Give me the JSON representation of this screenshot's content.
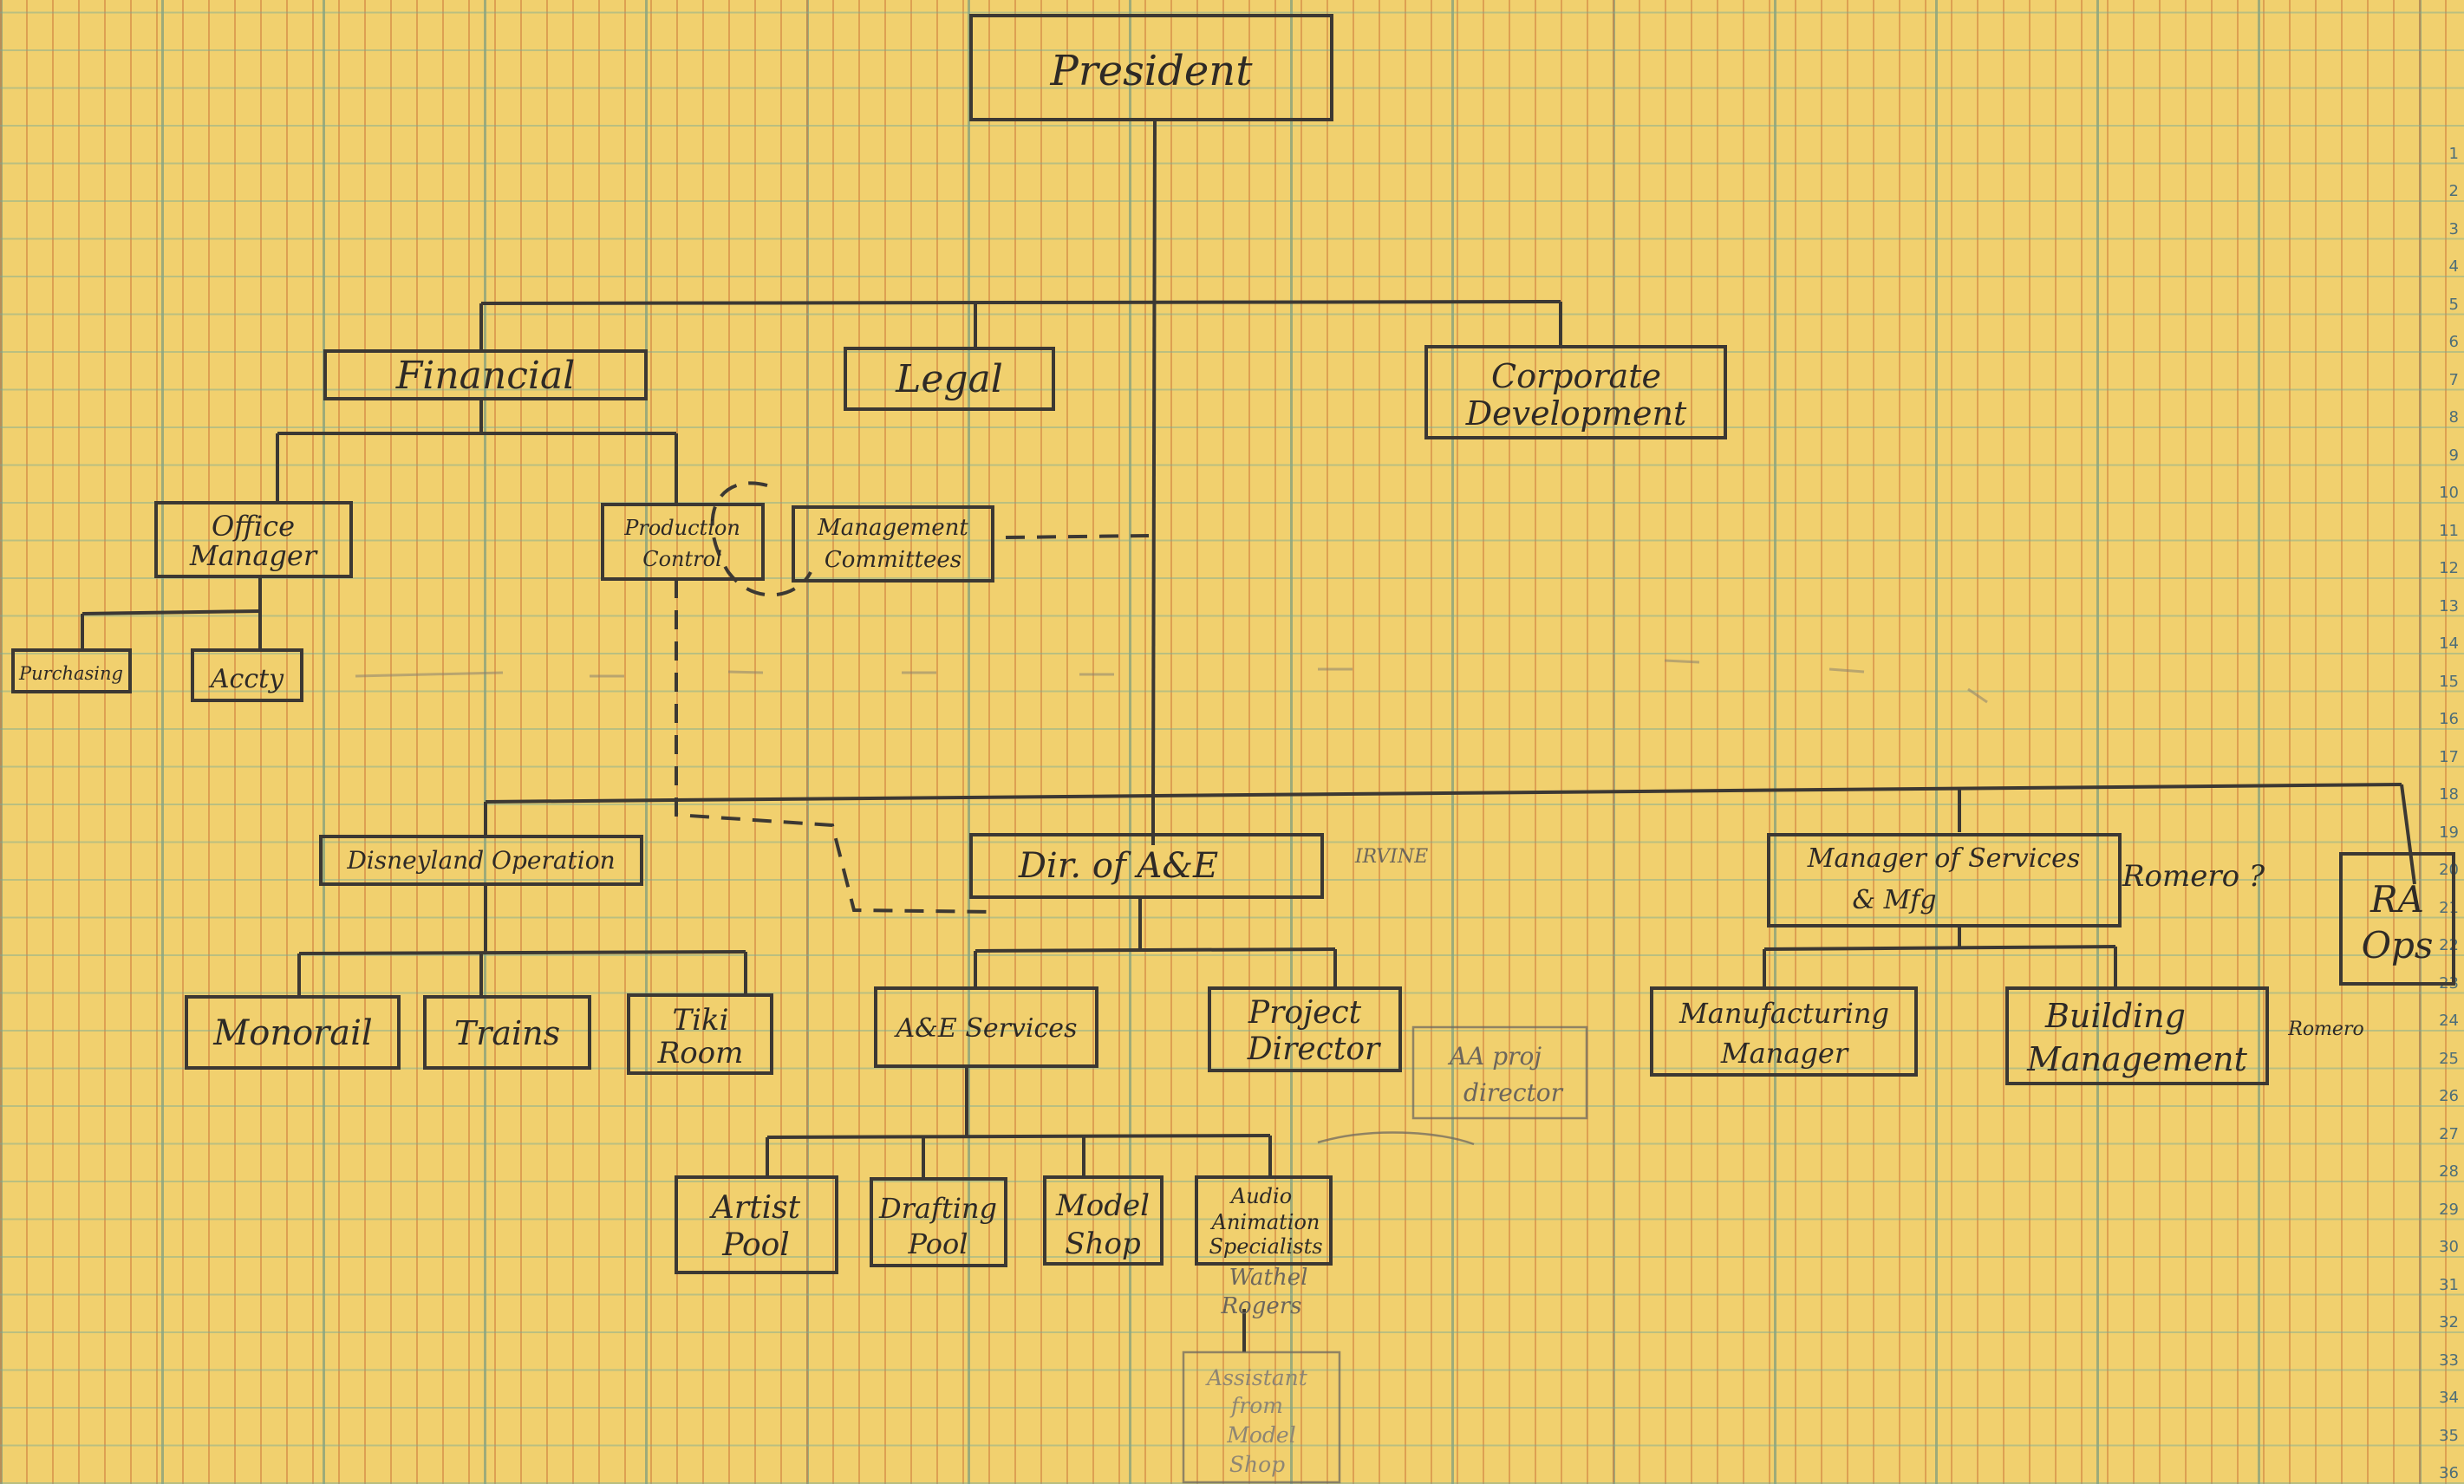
{
  "chart": {
    "president": "President",
    "financial": "Financial",
    "legal": "Legal",
    "corporate_development": [
      "Corporate",
      "Development"
    ],
    "office_manager": [
      "Office",
      "Manager"
    ],
    "production_control": [
      "Production",
      "Control"
    ],
    "management_committees": [
      "Management",
      "Committees"
    ],
    "purchasing": "Purchasing",
    "accounting": "Accty",
    "disneyland_operation": "Disneyland Operation",
    "dir_ae": "Dir. of A&E",
    "irvine": "IRVINE",
    "manager_services_mfg": [
      "Manager of Services",
      "& Mfg"
    ],
    "romero_q": "Romero ?",
    "ra_ops": [
      "RA",
      "Ops"
    ],
    "monorail": "Monorail",
    "trains": "Trains",
    "tiki_room": [
      "Tiki",
      "Room"
    ],
    "ae_services": "A&E Services",
    "project_director": [
      "Project",
      "Director"
    ],
    "aa_project_director": [
      "AA proj",
      "director"
    ],
    "manufacturing_manager": [
      "Manufacturing",
      "Manager"
    ],
    "building_management": [
      "Building",
      "Management"
    ],
    "romero": "Romero",
    "artist_pool": [
      "Artist",
      "Pool"
    ],
    "drafting_pool": [
      "Drafting",
      "Pool"
    ],
    "model_shop": [
      "Model",
      "Shop"
    ],
    "audio_animation": [
      "Audio",
      "Animation",
      "Specialists"
    ],
    "wathel_rogers": [
      "Wathel",
      "Rogers"
    ],
    "assistant_from_model_shop": [
      "Assistant",
      "from",
      "Model",
      "Shop"
    ]
  },
  "sheet": {
    "row_numbers": [
      "1",
      "2",
      "3",
      "4",
      "5",
      "6",
      "7",
      "8",
      "9",
      "10",
      "11",
      "12",
      "13",
      "14",
      "15",
      "16",
      "17",
      "18",
      "19",
      "20",
      "21",
      "22",
      "23",
      "24",
      "25",
      "26",
      "27",
      "28",
      "29",
      "30",
      "31",
      "32",
      "33",
      "34",
      "35",
      "36"
    ]
  }
}
